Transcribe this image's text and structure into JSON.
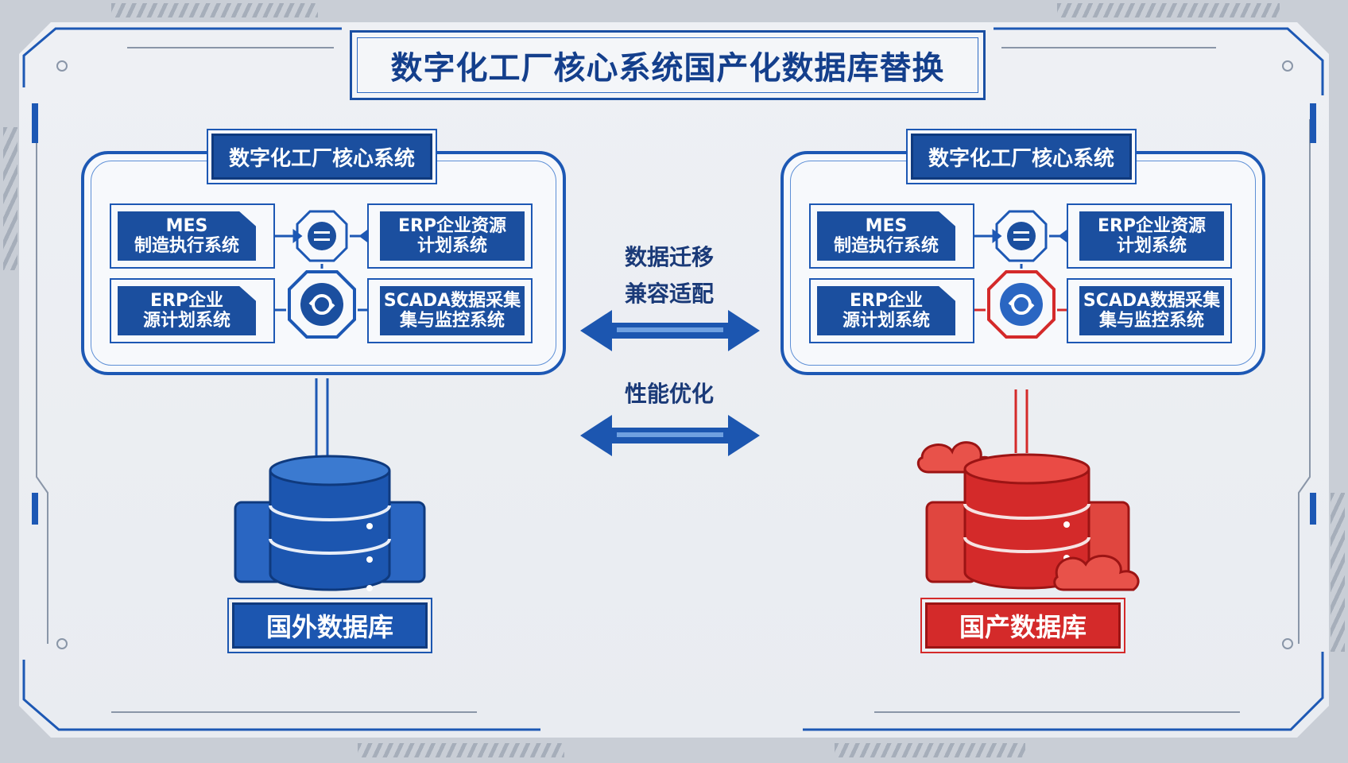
{
  "title": "数字化工厂核心系统国产化数据库替换",
  "left_panel": {
    "title": "数字化工厂核心系统",
    "modules": [
      {
        "line1": "MES",
        "line2": "制造执行系统"
      },
      {
        "line1": "ERP企业资源",
        "line2": "计划系统"
      },
      {
        "line1": "ERP企业",
        "line2": "源计划系统"
      },
      {
        "line1": "SCADA数据采集",
        "line2": "集与监控系统"
      }
    ],
    "database_label": "国外数据库"
  },
  "right_panel": {
    "title": "数字化工厂核心系统",
    "modules": [
      {
        "line1": "MES",
        "line2": "制造执行系统"
      },
      {
        "line1": "ERP企业资源",
        "line2": "计划系统"
      },
      {
        "line1": "ERP企业",
        "line2": "源计划系统"
      },
      {
        "line1": "SCADA数据采集",
        "line2": "集与监控系统"
      }
    ],
    "database_label": "国产数据库"
  },
  "middle": {
    "migration_label_1": "数据迁移",
    "migration_label_2": "兼容适配",
    "performance_label": "性能优化"
  },
  "colors": {
    "blue": "#1c56b0",
    "dark_blue": "#143f8c",
    "red": "#d42a2a",
    "background": "#eef0f4"
  }
}
